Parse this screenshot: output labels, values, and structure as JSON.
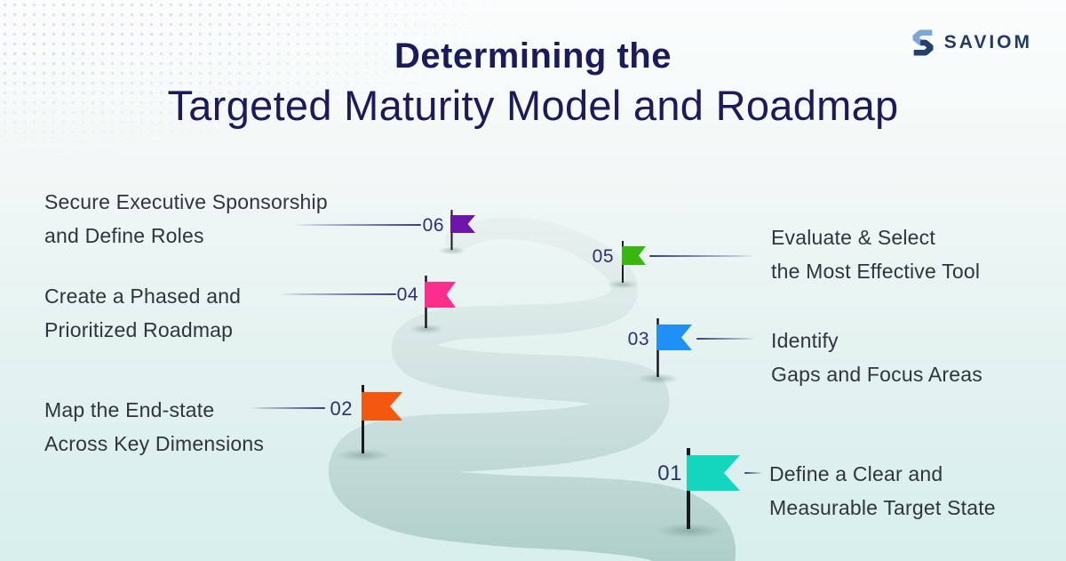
{
  "header": {
    "title_line1": "Determining the",
    "title_line2": "Targeted Maturity Model and Roadmap"
  },
  "brand": {
    "name": "SAVIOM"
  },
  "steps": [
    {
      "number": "01",
      "side": "right",
      "color": "#14d6be",
      "label_line1": "Define a Clear and",
      "label_line2": "Measurable Target State"
    },
    {
      "number": "02",
      "side": "left",
      "color": "#f4580f",
      "label_line1": "Map the End-state",
      "label_line2": "Across Key Dimensions"
    },
    {
      "number": "03",
      "side": "right",
      "color": "#2090f6",
      "label_line1": "Identify",
      "label_line2": "Gaps and Focus Areas"
    },
    {
      "number": "04",
      "side": "left",
      "color": "#fb2e8c",
      "label_line1": "Create a Phased and",
      "label_line2": "Prioritized Roadmap"
    },
    {
      "number": "05",
      "side": "right",
      "color": "#36b811",
      "label_line1": "Evaluate & Select",
      "label_line2": "the Most Effective Tool"
    },
    {
      "number": "06",
      "side": "left",
      "color": "#6c16ab",
      "label_line1": "Secure Executive Sponsorship",
      "label_line2": "and Define Roles"
    }
  ],
  "road": {
    "color_top": "#e9f1f0",
    "color_bottom": "#accdc9"
  }
}
